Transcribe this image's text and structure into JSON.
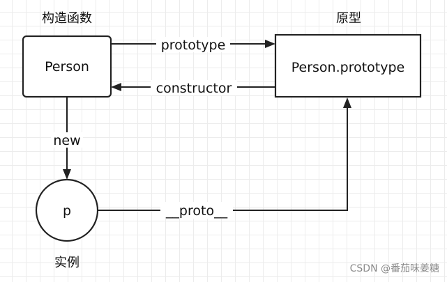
{
  "captions": {
    "constructor_caption": "构造函数",
    "prototype_caption": "原型",
    "instance_caption": "实例"
  },
  "nodes": {
    "person": "Person",
    "person_prototype": "Person.prototype",
    "instance": "p"
  },
  "edges": {
    "prototype": "prototype",
    "constructor": "constructor",
    "new": "new",
    "proto": "__proto__"
  },
  "watermark": "CSDN @番茄味姜糖"
}
